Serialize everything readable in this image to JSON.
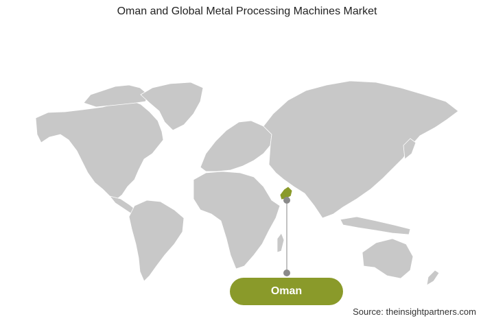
{
  "title": "Oman and Global Metal Processing Machines Market",
  "highlight": {
    "region": "Oman",
    "label": "Oman",
    "color": "#8a9a2a"
  },
  "map_color": "#c8c8c8",
  "source": "Source: theinsightpartners.com"
}
